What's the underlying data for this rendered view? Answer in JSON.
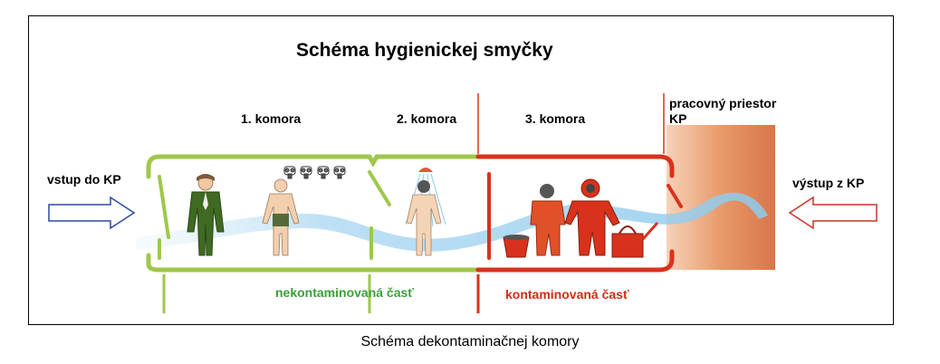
{
  "diagram": {
    "title": "Schéma hygienickej smyčky",
    "caption": "Schéma dekontaminačnej komory",
    "labels": {
      "entry": "vstup do KP",
      "exit": "výstup z KP",
      "chamber1": "1. komora",
      "chamber2": "2. komora",
      "chamber3": "3. komora",
      "workspace_line1": "pracovný priestor",
      "workspace_line2": "KP",
      "clean_zone": "nekontaminovaná časť",
      "contaminated_zone": "kontaminovaná časť"
    },
    "colors": {
      "clean": "#9ec84a",
      "contaminated": "#d8321c",
      "clean_text": "#3aa13a",
      "contaminated_text": "#d42a1a",
      "workspace": "#e58a5c",
      "flow": "#9fd0ef",
      "arrow_entry": "#2a4aa0",
      "arrow_exit": "#c83228"
    }
  }
}
